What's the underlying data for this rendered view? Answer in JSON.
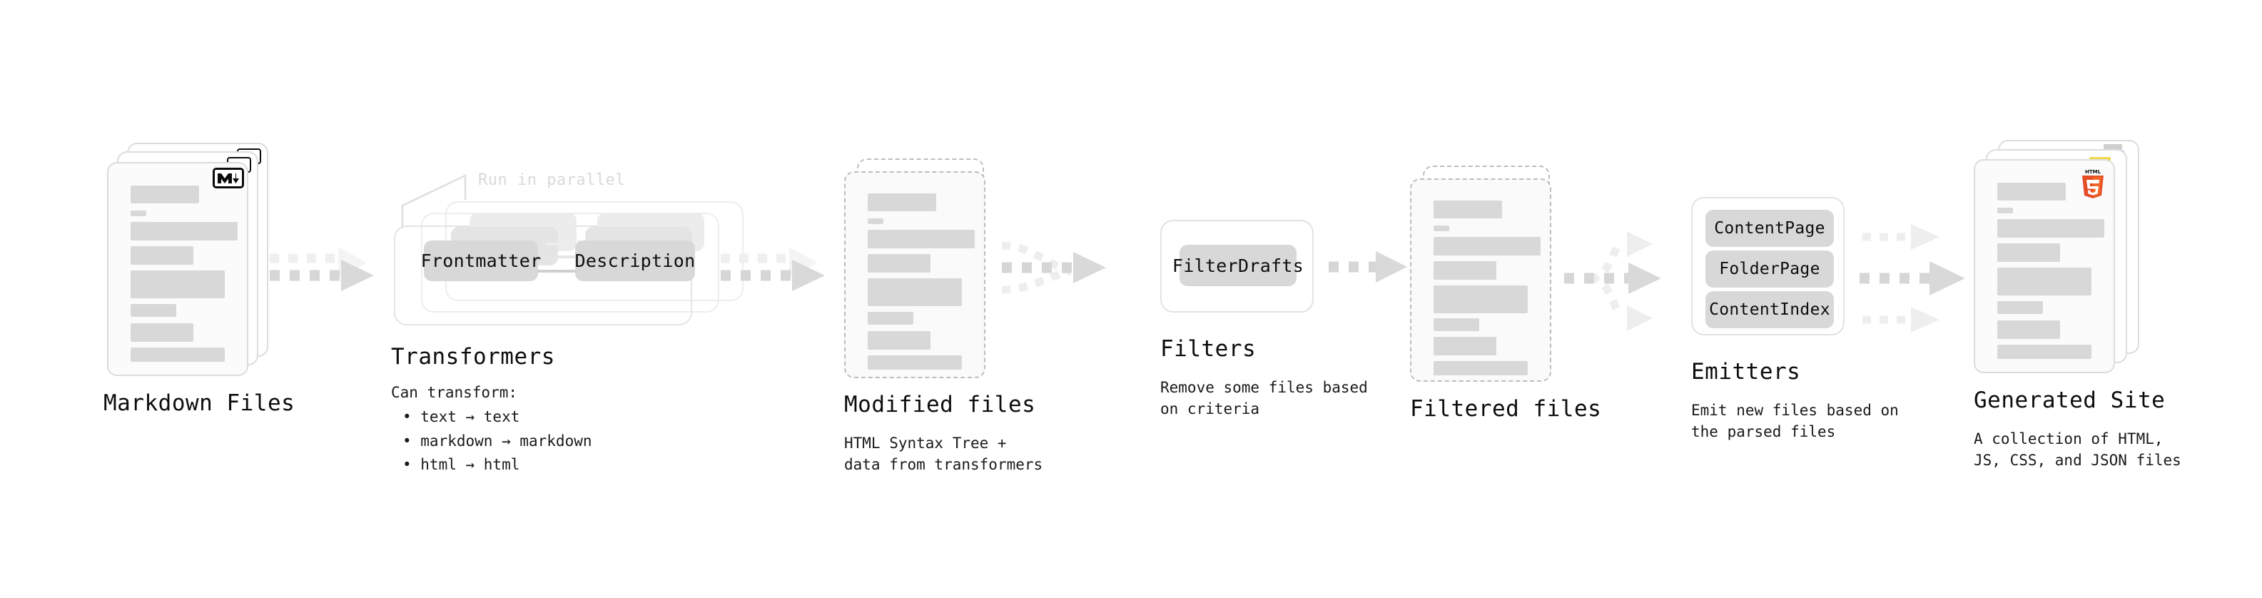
{
  "diagram": {
    "title": "Quartz build pipeline",
    "background": "#ffffff",
    "accent_gray": "#d8d8d8",
    "text_color": "#0d0d0d"
  },
  "stages": [
    {
      "id": "markdown-files",
      "title": "Markdown Files",
      "subtitle": "",
      "badge": "markdown-icon",
      "kind": "document-stack"
    },
    {
      "id": "transformers",
      "title": "Transformers",
      "subtitle": "Can transform:\n  • text → text\n  • markdown → markdown\n  • html → html",
      "annotation": "Run in parallel",
      "kind": "process-stack",
      "chips": [
        "Frontmatter",
        "Description"
      ]
    },
    {
      "id": "modified-files",
      "title": "Modified files",
      "subtitle": "HTML Syntax Tree +\ndata from transformers",
      "kind": "document-stack-dashed"
    },
    {
      "id": "filters",
      "title": "Filters",
      "subtitle": "Remove some files based\non criteria",
      "kind": "process-box",
      "chips": [
        "FilterDrafts"
      ]
    },
    {
      "id": "filtered-files",
      "title": "Filtered files",
      "subtitle": "",
      "kind": "document-stack-dashed"
    },
    {
      "id": "emitters",
      "title": "Emitters",
      "subtitle": "Emit new files based on\nthe parsed files",
      "kind": "process-box",
      "chips": [
        "ContentPage",
        "FolderPage",
        "ContentIndex"
      ]
    },
    {
      "id": "generated-site",
      "title": "Generated Site",
      "subtitle": "A collection of HTML,\nJS, CSS, and JSON files",
      "badges": [
        "html5-icon",
        "js-icon",
        "css-icon"
      ],
      "kind": "document-stack"
    }
  ],
  "transformer_chips": {
    "frontmatter": "Frontmatter",
    "description": "Description"
  },
  "filter_chips": {
    "filter_drafts": "FilterDrafts"
  },
  "emitter_chips": {
    "content_page": "ContentPage",
    "folder_page": "FolderPage",
    "content_index": "ContentIndex"
  },
  "labels": {
    "markdown_files": "Markdown Files",
    "transformers": "Transformers",
    "transformers_sub_head": "Can transform:",
    "transformers_bullet_1": "• text → text",
    "transformers_bullet_2": "• markdown → markdown",
    "transformers_bullet_3": "• html → html",
    "run_in_parallel": "Run in parallel",
    "modified_files": "Modified files",
    "modified_files_sub": "HTML Syntax Tree +\ndata from transformers",
    "filters": "Filters",
    "filters_sub": "Remove some files based\non criteria",
    "filtered_files": "Filtered files",
    "emitters": "Emitters",
    "emitters_sub": "Emit new files based on\nthe parsed files",
    "generated_site": "Generated Site",
    "generated_site_sub": "A collection of HTML,\nJS, CSS, and JSON files"
  },
  "icons": {
    "markdown": "markdown-icon",
    "html5": "html5-icon",
    "js": "js-icon",
    "css": "css-icon"
  },
  "colors": {
    "html5_orange": "#e44d26",
    "html5_orange_light": "#f16529",
    "js_yellow": "#f0db4f",
    "css_blue": "#264de4",
    "skeleton": "#d8d8d8",
    "chip": "#d8d8d8",
    "border": "#dcdcdc",
    "dashed_border": "#bdbdbd",
    "arrow": "#d4d4d4",
    "arrow_light": "#eeeeee"
  }
}
